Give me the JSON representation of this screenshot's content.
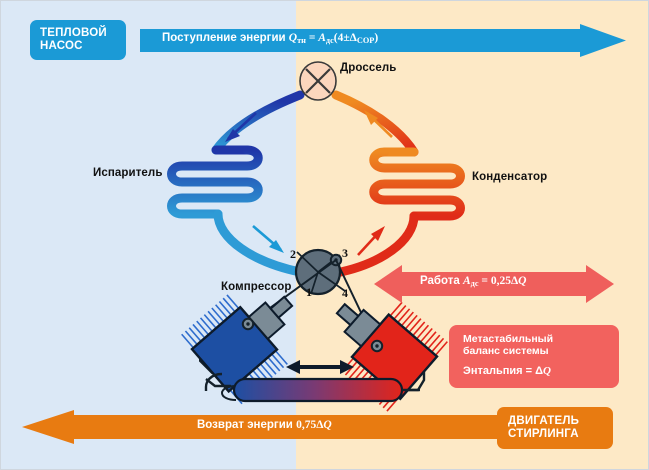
{
  "diagram": {
    "title_left": "ТЕПЛОВОЙ НАСОС",
    "title_left_line1": "ТЕПЛОВОЙ",
    "title_left_line2": "НАСОС",
    "title_right_line1": "ДВИГАТЕЛЬ",
    "title_right_line2": "СТИРЛИНГА",
    "background_left_color": "#dbe8f6",
    "background_right_color": "#fde9c6"
  },
  "banners": {
    "top": {
      "text_plain": "Поступление энергии Qтн = Aдс(4±ΔCOP)",
      "text_prefix": "Поступление энергии ",
      "sym_Q": "Q",
      "sub_Q": "тн",
      "eq": " = ",
      "sym_A": "A",
      "sub_A": "дс",
      "paren": "(4±Δ",
      "sub_COP": "COP",
      "paren_close": ")",
      "color": "#1b9ad6",
      "direction": "right"
    },
    "bottom": {
      "text_plain": "Возврат энергии 0,75ΔQ",
      "text_prefix": "Возврат энергии ",
      "value": "0,75Δ",
      "sym_Q": "Q",
      "color": "#e87b11",
      "direction": "left"
    },
    "work": {
      "text_plain": "Работа Aдс = 0,25ΔQ",
      "text_prefix": "Работа ",
      "sym_A": "A",
      "sub_A": "дс",
      "eq": " = ",
      "value": "0,25Δ",
      "sym_Q": "Q",
      "color": "#ef5f5c",
      "direction": "both"
    }
  },
  "info_box": {
    "line1": "Метастабильный",
    "line2": "баланс системы",
    "line3_prefix": "Энтальпия = Δ",
    "line3_sym": "Q",
    "color": "#f2625e"
  },
  "components": {
    "throttle": {
      "label": "Дроссель",
      "icon": "cross-circle-icon",
      "fill": "#fbd6bd"
    },
    "evaporator": {
      "label": "Испаритель",
      "coil_color_top": "#2036a8",
      "coil_color_bottom": "#2e9bd6"
    },
    "condenser": {
      "label": "Конденсатор",
      "coil_color_top": "#ef8a21",
      "coil_color_bottom": "#e02b18"
    },
    "compressor": {
      "label": "Компрессор",
      "wheel_color": "#5e6e7b"
    },
    "cycle_points": [
      "1",
      "2",
      "3",
      "4"
    ]
  },
  "stirling": {
    "cold_cylinder_color": "#1d4fa3",
    "hot_cylinder_color": "#e2241a",
    "tube_gradient_from": "#1d4fa3",
    "tube_gradient_to": "#e2241a",
    "piston_color": "#7b8b96",
    "motion_arrow": "double-horizontal-arrow-icon"
  },
  "flow_arrows": [
    {
      "name": "evaporator-inlet-arrow",
      "color": "#2036a8",
      "direction": "down-left"
    },
    {
      "name": "evaporator-outlet-arrow",
      "color": "#2e9bd6",
      "direction": "down-right"
    },
    {
      "name": "condenser-inlet-arrow",
      "color": "#ef8a21",
      "direction": "up-left"
    },
    {
      "name": "condenser-outlet-arrow",
      "color": "#e02b18",
      "direction": "up-right"
    }
  ]
}
